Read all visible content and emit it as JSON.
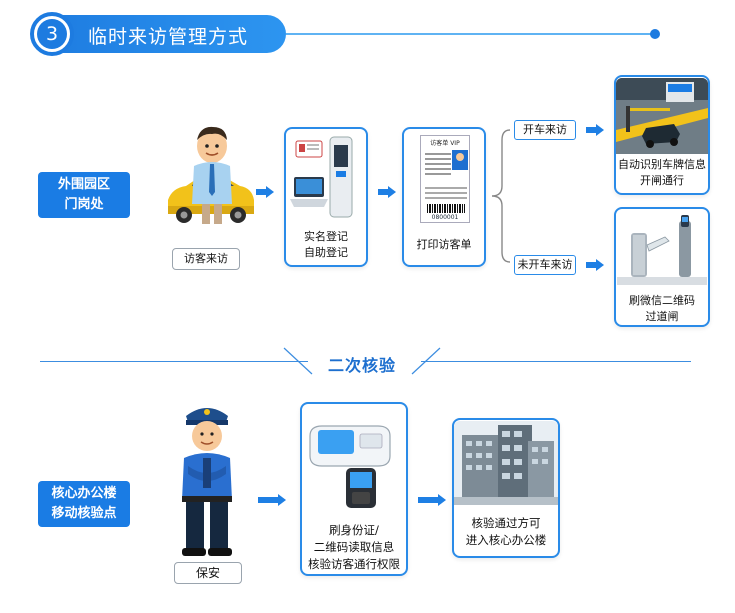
{
  "header": {
    "number": "3",
    "title": "临时来访管理方式"
  },
  "zones": {
    "outer": {
      "line1": "外围园区",
      "line2": "门岗处"
    },
    "core": {
      "line1": "核心办公楼",
      "line2": "移动核验点"
    }
  },
  "top_flow": {
    "visitor_tag": "访客来访",
    "register": {
      "line1": "实名登记",
      "line2": "自助登记"
    },
    "print": {
      "label": "打印访客单",
      "pass_title": "访客单 VIP",
      "pass_code": "0800001"
    },
    "car_branch": "开车来访",
    "walk_branch": "未开车来访",
    "car_result": {
      "line1": "自动识别车牌信息",
      "line2": "开闸通行"
    },
    "walk_result": {
      "line1": "刷微信二维码",
      "line2": "过道闸"
    }
  },
  "divider": {
    "label": "二次核验"
  },
  "bottom_flow": {
    "guard_tag": "保安",
    "verify": {
      "line1": "刷身份证/",
      "line2": "二维码读取信息",
      "line3": "核验访客通行权限"
    },
    "enter": {
      "line1": "核验通过方可",
      "line2": "进入核心办公楼"
    }
  },
  "colors": {
    "primary": "#1a7ce4",
    "card_border": "#2a8be8"
  }
}
